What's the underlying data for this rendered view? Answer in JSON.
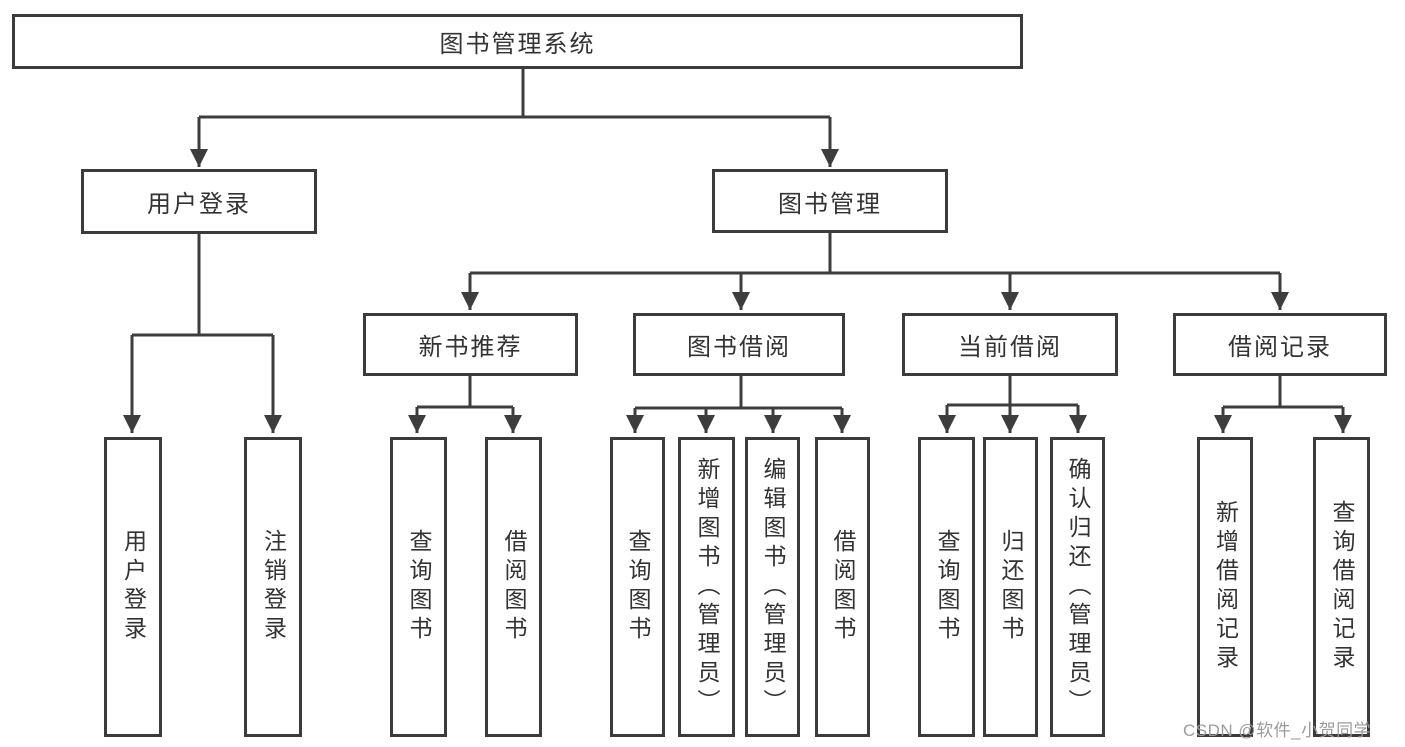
{
  "diagram_type": "functional-structure-tree",
  "watermark": "CSDN @软件_小贺同学",
  "colors": {
    "line": "#3d3d3d",
    "box_border": "#3b3b3b",
    "text": "#333333",
    "background": "#ffffff",
    "watermark": "#9b9b9b"
  },
  "nodes": {
    "root": "图书管理系统",
    "user_login": "用户登录",
    "book_mgmt": "图书管理",
    "new_books": "新书推荐",
    "book_borrow": "图书借阅",
    "current_borrow": "当前借阅",
    "borrow_records": "借阅记录",
    "user_login_leaves": [
      "用户登录",
      "注销登录"
    ],
    "new_books_leaves": [
      "查询图书",
      "借阅图书"
    ],
    "book_borrow_leaves": [
      "查询图书",
      "新增图书（管理员）",
      "编辑图书（管理员）",
      "借阅图书"
    ],
    "current_borrow_leaves": [
      "查询图书",
      "归还图书",
      "确认归还（管理员）"
    ],
    "borrow_records_leaves": [
      "新增借阅记录",
      "查询借阅记录"
    ]
  }
}
